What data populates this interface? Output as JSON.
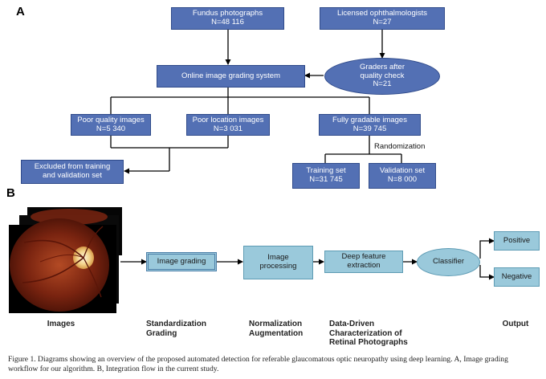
{
  "panel_a": {
    "letter": "A",
    "fundus": {
      "line1": "Fundus photographs",
      "line2": "N=48 116"
    },
    "ophthalmologists": {
      "line1": "Licensed ophthalmologists",
      "line2": "N=27"
    },
    "graders": {
      "line1": "Graders after",
      "line2": "quality check",
      "line3": "N=21"
    },
    "online_grading": {
      "label": "Online image grading  system"
    },
    "poor_quality": {
      "line1": "Poor quality images",
      "line2": "N=5 340"
    },
    "poor_location": {
      "line1": "Poor location images",
      "line2": "N=3 031"
    },
    "fully_gradable": {
      "line1": "Fully gradable images",
      "line2": "N=39 745"
    },
    "excluded": {
      "line1": "Excluded from training",
      "line2": "and validation set"
    },
    "randomization": "Randomization",
    "training": {
      "line1": "Training set",
      "line2": "N=31 745"
    },
    "validation": {
      "line1": "Validation set",
      "line2": "N=8 000"
    }
  },
  "panel_b": {
    "letter": "B",
    "image_grading": "Image grading",
    "image_processing": {
      "line1": "Image",
      "line2": "processing"
    },
    "deep_feature": {
      "line1": "Deep feature",
      "line2": "extraction"
    },
    "classifier": "Classifier",
    "positive": "Positive",
    "negative": "Negative",
    "stages": {
      "images": "Images",
      "standardization": {
        "line1": "Standardization",
        "line2": "Grading"
      },
      "normalization": {
        "line1": "Normalization",
        "line2": "Augmentation"
      },
      "data_driven": {
        "line1": "Data-Driven",
        "line2": "Characterization of",
        "line3": "Retinal Photographs"
      },
      "output": "Output"
    }
  },
  "caption": "Figure 1.  Diagrams showing an overview of the proposed automated detection for referable glaucomatous optic neuropathy using deep learning. A, Image grading workflow for our algorithm. B, Integration flow in the current study.",
  "colors": {
    "navy_box": "#5370b4",
    "light_box": "#9ac9db",
    "arrow": "#000000"
  }
}
